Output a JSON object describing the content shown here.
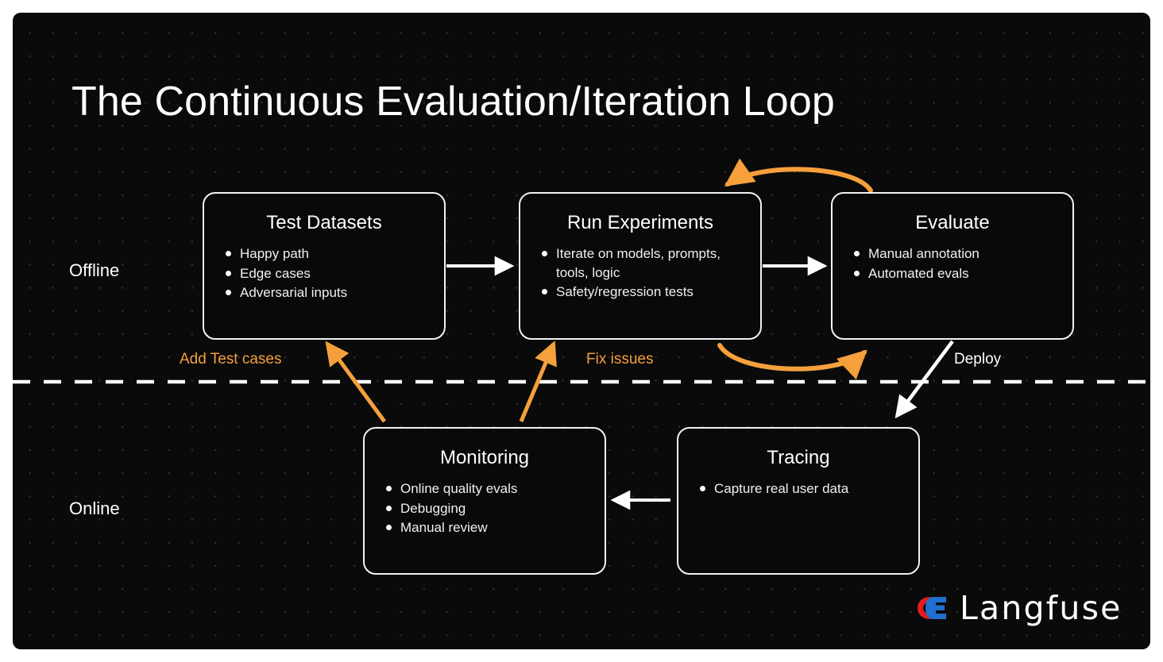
{
  "page": {
    "title": "The Continuous Evaluation/Iteration Loop",
    "background_color": "#0a0a0a",
    "frame_color": "#ffffff"
  },
  "lanes": [
    {
      "name": "offline",
      "label": "Offline"
    },
    {
      "name": "online",
      "label": "Online"
    }
  ],
  "divider": {
    "style": "dashed",
    "color": "#ffffff"
  },
  "nodes": [
    {
      "id": "test-datasets",
      "title": "Test Datasets",
      "items": [
        "Happy path",
        "Edge cases",
        "Adversarial inputs"
      ]
    },
    {
      "id": "run-experiments",
      "title": "Run Experiments",
      "items": [
        "Iterate on models, prompts, tools, logic",
        "Safety/regression tests"
      ]
    },
    {
      "id": "evaluate",
      "title": "Evaluate",
      "items": [
        "Manual annotation",
        "Automated evals"
      ]
    },
    {
      "id": "monitoring",
      "title": "Monitoring",
      "items": [
        "Online quality evals",
        "Debugging",
        "Manual review"
      ]
    },
    {
      "id": "tracing",
      "title": "Tracing",
      "items": [
        "Capture real user data"
      ]
    }
  ],
  "edges": [
    {
      "id": "test-to-run",
      "label": "",
      "color": "#ffffff",
      "from": "test-datasets",
      "to": "run-experiments"
    },
    {
      "id": "run-to-evaluate",
      "label": "",
      "color": "#ffffff",
      "from": "run-experiments",
      "to": "evaluate"
    },
    {
      "id": "evaluate-to-run",
      "label": "",
      "color": "#f5a03c",
      "from": "evaluate",
      "to": "run-experiments"
    },
    {
      "id": "run-to-evaluate-2",
      "label": "",
      "color": "#f5a03c",
      "from": "run-experiments",
      "to": "evaluate"
    },
    {
      "id": "evaluate-to-tracing",
      "label": "Deploy",
      "color": "#ffffff",
      "from": "evaluate",
      "to": "tracing"
    },
    {
      "id": "tracing-to-monitor",
      "label": "",
      "color": "#ffffff",
      "from": "tracing",
      "to": "monitoring"
    },
    {
      "id": "monitor-to-test",
      "label": "Add Test cases",
      "color": "#f5a03c",
      "from": "monitoring",
      "to": "test-datasets"
    },
    {
      "id": "monitor-to-run",
      "label": "Fix issues",
      "color": "#f5a03c",
      "from": "monitoring",
      "to": "run-experiments"
    }
  ],
  "brand": {
    "name": "Langfuse",
    "mark_colors": {
      "red": "#e01e1e",
      "blue": "#1f6fd0"
    }
  }
}
